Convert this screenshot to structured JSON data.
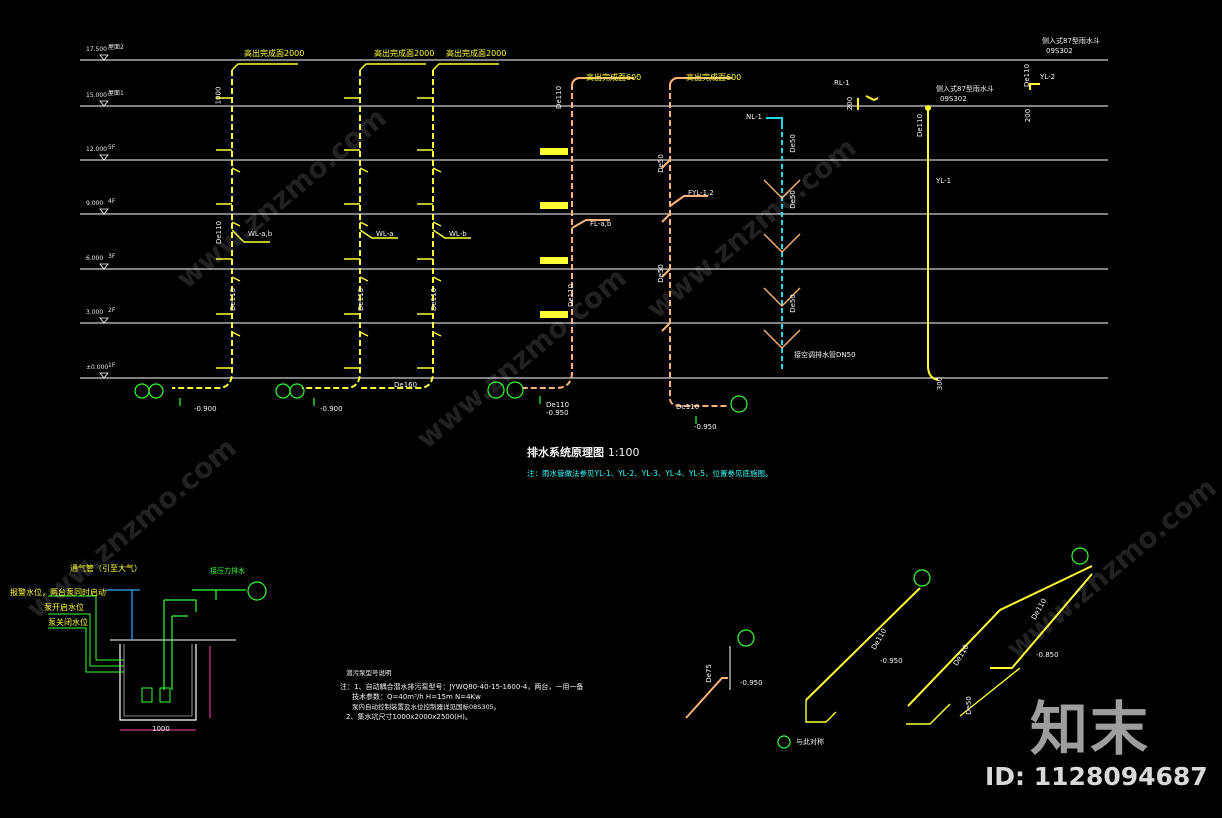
{
  "diagram": {
    "title": "排水系统原理图",
    "scale": "1:100",
    "note": "注：雨水管做法参见YL-1、YL-2、YL-3、YL-4、YL-5，位置参见底施图。",
    "floors": [
      {
        "elev": "17.500",
        "name": "屋面2"
      },
      {
        "elev": "15.000",
        "name": "屋面1"
      },
      {
        "elev": "12.000",
        "name": "5F"
      },
      {
        "elev": "9.000",
        "name": "4F"
      },
      {
        "elev": "6.000",
        "name": "3F"
      },
      {
        "elev": "3.000",
        "name": "2F"
      },
      {
        "elev": "±0.000",
        "name": "1F"
      }
    ],
    "vent_labels": [
      "高出完成面2000",
      "高出完成面2000",
      "高出完成面2000",
      "高出完成面600",
      "高出完成面600"
    ],
    "stack_labels": [
      "WL-a,b",
      "WL-a",
      "WL-b",
      "FL-a,b",
      "FYL-1,2",
      "NL-1",
      "YL-1",
      "YL-2",
      "RL-1"
    ],
    "pipe_labels": {
      "de110": "De110",
      "de50": "De50",
      "de75": "De75",
      "de160": "De160"
    },
    "inverts": [
      "-0.900",
      "-0.900",
      "-0.950",
      "-0.950",
      "-0.950",
      "-0.850",
      "-0.950"
    ],
    "rainwater_notes": [
      "侧入式87型雨水斗",
      "09S302"
    ],
    "dims": [
      "1000",
      "200",
      "300",
      "1000"
    ],
    "nl_outlet": "接空调排水管DN50"
  },
  "pit": {
    "labels": [
      "通气管（引至大气）",
      "报警水位，两台泵同时启动",
      "泵开启水位",
      "泵关闭水位",
      "接压力排水"
    ],
    "width_dim": "1000"
  },
  "notes": {
    "heading": "潜污泵型号说明",
    "lines": [
      "注：1、自动耦合潜水排污泵型号：JYWQ80-40-15-1600-4，两台，一用一备",
      "技术参数：Q=40m³/h   H=15m   N=4Kw",
      "泵内自动控制装置及水位控制器详见国标08S305。",
      "2、集水坑尺寸1000x2000x2500(H)。"
    ]
  },
  "iso": {
    "legend": "与此对称",
    "inverts": [
      "-0.950",
      "-0.950",
      "-0.850"
    ]
  },
  "branding": {
    "logo": "知末",
    "id": "ID: 1128094687",
    "watermark": "www.znzmo.com"
  },
  "colors": {
    "background": "#000000",
    "floor_line": "#ffffff",
    "yellow_pipe": "#ffff33",
    "orange_pipe": "#ffb27a",
    "cyan_pipe": "#22d8e8",
    "green": "#33ff33",
    "title": "#f2f2f2",
    "note": "#33ffff"
  }
}
